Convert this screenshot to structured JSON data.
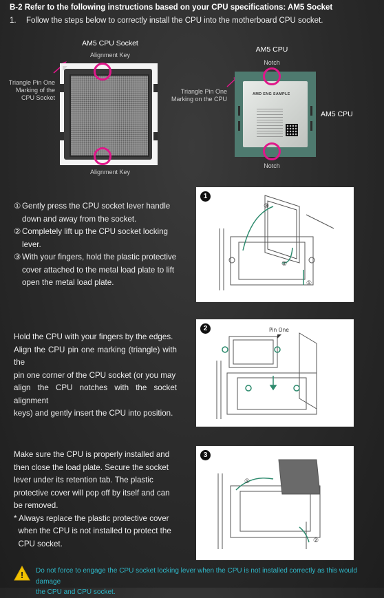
{
  "header": {
    "title": "B-2  Refer to the following instructions based on your CPU specifications: AM5 Socket",
    "step_num": "1.",
    "step_text": "Follow the steps below to correctly install the CPU into the motherboard CPU socket."
  },
  "socket_figure": {
    "title": "AM5 CPU Socket",
    "alignment_key_top": "Alignment Key",
    "alignment_key_bottom": "Alignment Key",
    "triangle_label": [
      "Triangle Pin One",
      "Marking of the",
      "CPU Socket"
    ]
  },
  "cpu_figure": {
    "title": "AM5 CPU",
    "notch_top": "Notch",
    "notch_bottom": "Notch",
    "side_label": "AM5 CPU",
    "triangle_label": [
      "Triangle Pin One",
      "Marking on the CPU"
    ],
    "chip_text": "AMD ENG SAMPLE"
  },
  "steps": [
    {
      "badge": "1",
      "items": [
        {
          "num": "①",
          "lines": [
            "Gently press the CPU socket lever handle",
            "down and away from the socket."
          ]
        },
        {
          "num": "②",
          "lines": [
            "Completely lift up the CPU socket locking",
            "lever."
          ]
        },
        {
          "num": "③",
          "lines": [
            "With your fingers, hold the plastic protective",
            "cover attached to the metal load plate to lift",
            "open the metal load plate."
          ]
        }
      ]
    },
    {
      "badge": "2",
      "pin_one_label": "Pin One",
      "lines": [
        "Hold the CPU with your fingers by the edges.",
        "Align the CPU pin one marking (triangle) with the",
        "pin one corner of the CPU socket (or you may",
        "align the CPU notches with the socket alignment",
        "keys) and gently insert the CPU into position."
      ]
    },
    {
      "badge": "3",
      "lines": [
        "Make sure the CPU is properly installed and",
        "then close the load plate. Secure the socket",
        "lever under its retention tab. The plastic",
        "protective cover will pop off by itself and can",
        "be removed.",
        "* Always replace the plastic protective cover",
        "  when the CPU is not installed to protect the",
        "  CPU socket."
      ]
    }
  ],
  "diagram_markers": {
    "d1": [
      "③",
      "②",
      "①"
    ],
    "d3": [
      "①",
      "②"
    ]
  },
  "warning": {
    "lines": [
      "Do not force to engage the CPU socket locking lever when the CPU is not installed correctly as this would damage",
      "the CPU and CPU socket."
    ],
    "icon_glyph": "!"
  },
  "colors": {
    "highlight": "#e0178a",
    "warning_text": "#2fb7c8",
    "warning_icon": "#f2c200"
  }
}
